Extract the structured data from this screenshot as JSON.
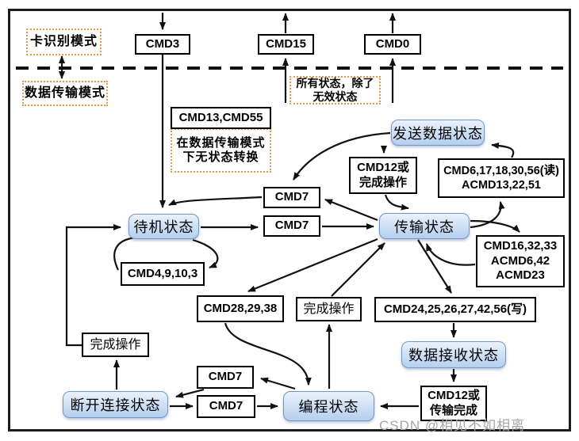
{
  "watermark": "CSDN @相见不如相离",
  "colors": {
    "state_fill_top": "#eaf2fc",
    "state_fill_bottom": "#b4cfee",
    "state_border": "#7396c8",
    "mode_box_border": "#e8964b",
    "connector": "#111111"
  },
  "mode_labels": {
    "card_identification": "卡识别模式",
    "data_transfer": "数据传输模式",
    "all_states_line1": "所有状态，除了",
    "all_states_line2": "无效状态",
    "no_transition_line1": "在数据传输模式",
    "no_transition_line2": "下无状态转换"
  },
  "states": {
    "standby": "待机状态",
    "send_data": "发送数据状态",
    "transfer": "传输状态",
    "receive_data": "数据接收状态",
    "programming": "编程状态",
    "disconnect": "断开连接状态"
  },
  "commands": {
    "cmd3": "CMD3",
    "cmd15": "CMD15",
    "cmd0": "CMD0",
    "cmd13_55": "CMD13,CMD55",
    "cmd7": "CMD7",
    "cmd4_9_10_3": "CMD4,9,10,3",
    "cmd12_or_done_l1": "CMD12或",
    "cmd12_or_done_l2": "完成操作",
    "read_cmds_l1": "CMD6,17,18,30,56(读)",
    "read_cmds_l2": "ACMD13,22,51",
    "misc_cmds_l1": "CMD16,32,33",
    "misc_cmds_l2": "ACMD6,42",
    "misc_cmds_l3": "ACMD23",
    "write_cmds": "CMD24,25,26,27,42,56(写)",
    "cmd28_29_38": "CMD28,29,38",
    "op_complete": "完成操作",
    "cmd12_or_end_l1": "CMD12或",
    "cmd12_or_end_l2": "传输完成"
  }
}
